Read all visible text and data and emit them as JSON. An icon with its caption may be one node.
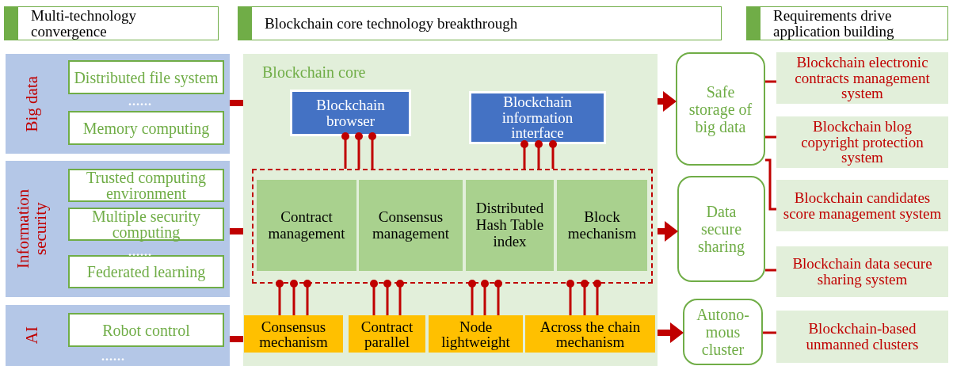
{
  "diagram": {
    "nodes": [
      {
        "text": [
          "Multi-technology convergence"
        ]
      },
      {
        "text": [
          "Blockchain core technology breakthrough"
        ]
      },
      {
        "text": [
          "Requirements drive application building"
        ]
      },
      {
        "text": [
          "Big data"
        ]
      },
      {
        "text": [
          "Distributed file system"
        ],
        "in": 3
      },
      {
        "text": [
          "Memory computing"
        ],
        "in": 3
      },
      {
        "text": [
          "Information security"
        ]
      },
      {
        "text": [
          "Trusted computing environment"
        ],
        "in": 6
      },
      {
        "text": [
          "Multiple security computing"
        ],
        "in": 6
      },
      {
        "text": [
          "Federated learning"
        ],
        "in": 6
      },
      {
        "text": [
          "AI"
        ]
      },
      {
        "text": [
          "Robot control"
        ],
        "in": 10
      },
      {
        "text": [
          "Blockchain core"
        ]
      },
      {
        "text": [
          "Blockchain browser"
        ],
        "in": 12
      },
      {
        "text": [
          "Blockchain information interface"
        ],
        "in": 12
      },
      {
        "text": [],
        "shape": "box",
        "in": 12
      },
      {
        "text": [
          "Contract management"
        ],
        "in": 15
      },
      {
        "text": [
          "Consensus management"
        ],
        "in": 15
      },
      {
        "text": [
          "Distributed Hash Table index"
        ],
        "in": 15
      },
      {
        "text": [
          "Block mechanism"
        ],
        "in": 15
      },
      {
        "text": [
          "Consensus mechanism"
        ],
        "in": 12
      },
      {
        "text": [
          "Contract parallel"
        ],
        "in": 12
      },
      {
        "text": [
          "Node lightweight"
        ],
        "in": 12
      },
      {
        "text": [
          "Across the chain mechanism"
        ],
        "in": 12
      },
      {
        "text": [
          "Safe storage of big data"
        ]
      },
      {
        "text": [
          "Data secure sharing"
        ]
      },
      {
        "text": [
          "Autono-mous cluster"
        ]
      },
      {
        "text": [
          "Blockchain electronic contracts management system"
        ]
      },
      {
        "text": [
          "Blockchain blog copyright protection system"
        ]
      },
      {
        "text": [
          "Blockchain candidates score management system"
        ]
      },
      {
        "text": [
          "Blockchain data secure sharing system"
        ]
      },
      {
        "text": [
          "Blockchain-based unmanned clusters"
        ]
      }
    ],
    "edges": [
      {
        "from": 3,
        "to": 12,
        "arrow": "none",
        "style": "thick"
      },
      {
        "from": 6,
        "to": 12,
        "arrow": "none",
        "style": "thick"
      },
      {
        "from": 10,
        "to": 12,
        "arrow": "none",
        "style": "thick"
      },
      {
        "from": 12,
        "to": 24,
        "arrow": "to",
        "style": "thick"
      },
      {
        "from": 12,
        "to": 25,
        "arrow": "to",
        "style": "thick"
      },
      {
        "from": 12,
        "to": 26,
        "arrow": "to",
        "style": "thick"
      },
      {
        "from": 24,
        "to": 27,
        "arrow": "none"
      },
      {
        "from": 24,
        "to": 28,
        "arrow": "none"
      },
      {
        "from": 24,
        "to": 29,
        "arrow": "none"
      },
      {
        "from": 25,
        "to": 30,
        "arrow": "none"
      },
      {
        "from": 26,
        "to": 31,
        "arrow": "none"
      },
      {
        "from": 13,
        "to": 15,
        "arrow": "other"
      },
      {
        "from": 13,
        "to": 15,
        "arrow": "other"
      },
      {
        "from": 13,
        "to": 15,
        "arrow": "other"
      },
      {
        "from": 14,
        "to": 15,
        "arrow": "other"
      },
      {
        "from": 14,
        "to": 15,
        "arrow": "other"
      },
      {
        "from": 14,
        "to": 15,
        "arrow": "other"
      },
      {
        "from": 15,
        "to": 20,
        "arrow": "other"
      },
      {
        "from": 15,
        "to": 20,
        "arrow": "other"
      },
      {
        "from": 15,
        "to": 20,
        "arrow": "other"
      },
      {
        "from": 15,
        "to": 21,
        "arrow": "other"
      },
      {
        "from": 15,
        "to": 21,
        "arrow": "other"
      },
      {
        "from": 15,
        "to": 21,
        "arrow": "other"
      },
      {
        "from": 15,
        "to": 22,
        "arrow": "other"
      },
      {
        "from": 15,
        "to": 22,
        "arrow": "other"
      },
      {
        "from": 15,
        "to": 22,
        "arrow": "other"
      },
      {
        "from": 15,
        "to": 23,
        "arrow": "other"
      },
      {
        "from": 15,
        "to": 23,
        "arrow": "other"
      },
      {
        "from": 15,
        "to": 23,
        "arrow": "other"
      }
    ],
    "labels": [
      "......",
      "......",
      "......"
    ]
  }
}
